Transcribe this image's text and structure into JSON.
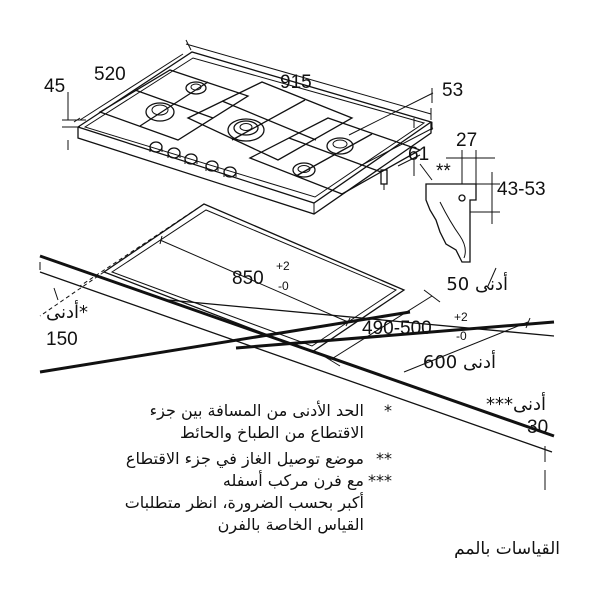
{
  "dimensions": {
    "width_total": "915",
    "depth_left": "520",
    "height_left": "45",
    "right_53": "53",
    "right_61": "61",
    "bracket_27": "27",
    "bracket_range": "43-53",
    "cutout_width": "850",
    "cutout_width_tol_upper": "+2",
    "cutout_width_tol_lower": "-0",
    "cutout_depth": "490-500",
    "cutout_depth_tol_upper": "+2",
    "cutout_depth_tol_lower": "-0",
    "min_50": "أدنى 50",
    "min_600": "أدنى 600",
    "min_150_label": "أدنى*",
    "min_150_value": "150",
    "min_30_label": "***أدنى",
    "min_30_value": "30",
    "star_marker": "**"
  },
  "notes": [
    {
      "marker": "*",
      "lines": [
        "الحد الأدنى من المسافة بين جزء",
        "الاقتطاع من الطباخ والحائط"
      ]
    },
    {
      "marker": "**",
      "lines": [
        "موضع توصيل الغاز في جزء الاقتطاع"
      ]
    },
    {
      "marker": "***",
      "lines": [
        "مع فرن مركب أسفله",
        "أكبر بحسب الضرورة، انظر متطلبات",
        "القياس الخاصة بالفرن"
      ]
    }
  ],
  "units_label": "القياسات بالمم"
}
